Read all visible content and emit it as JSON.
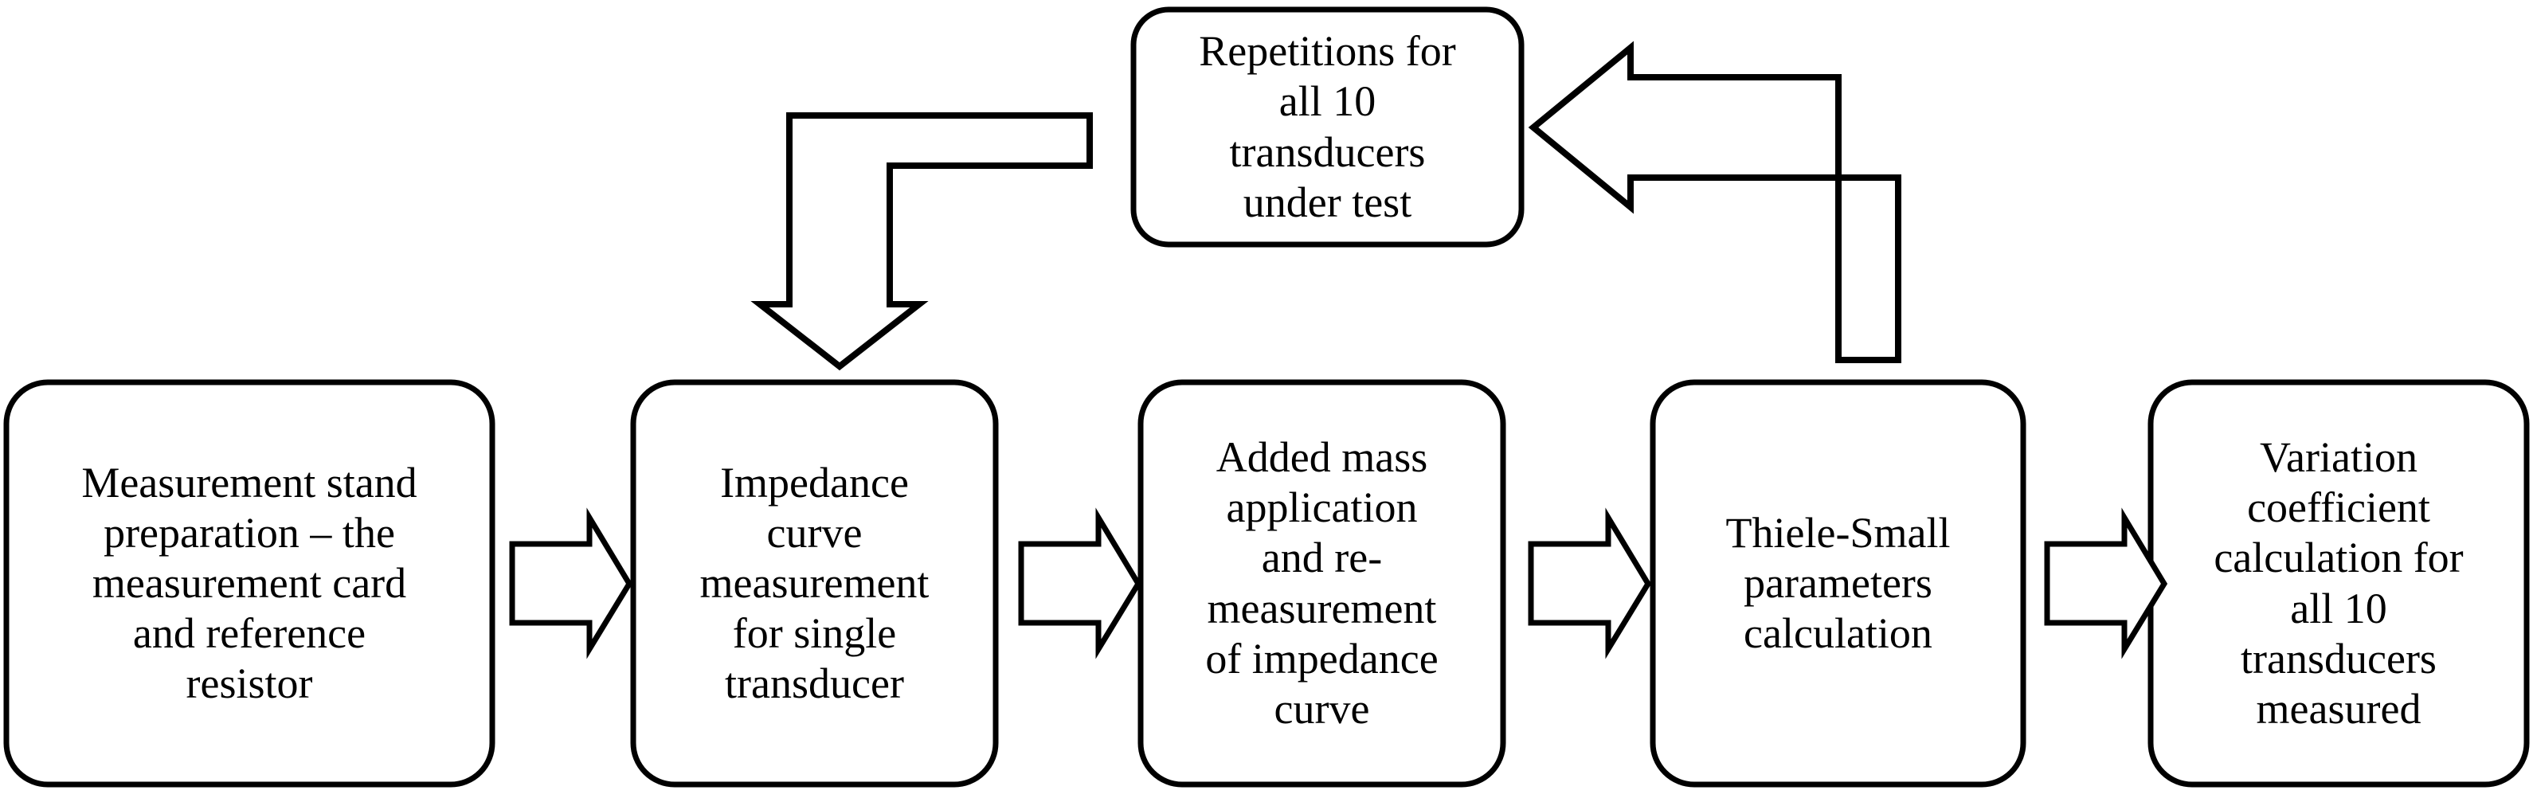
{
  "diagram": {
    "type": "flowchart",
    "orientation": "left-to-right with feedback loop",
    "background_color": "#ffffff",
    "line_color": "#000000",
    "text_color": "#000000",
    "title": "",
    "nodes": [
      {
        "id": "node-measurement-stand-preparation",
        "shape": "rounded-rectangle",
        "order": 1,
        "lines": [
          "Measurement stand",
          "preparation – the",
          "measurement card",
          "and reference",
          "resistor"
        ],
        "text": "Measurement stand preparation – the measurement card and reference resistor"
      },
      {
        "id": "node-impedance-curve-measurement",
        "shape": "rounded-rectangle",
        "order": 2,
        "lines": [
          "Impedance",
          "curve",
          "measurement",
          "for single",
          "transducer"
        ],
        "text": "Impedance curve measurement for single transducer"
      },
      {
        "id": "node-added-mass-application",
        "shape": "rounded-rectangle",
        "order": 3,
        "lines": [
          "Added mass",
          "application",
          "and re-",
          "measurement",
          "of impedance",
          "curve"
        ],
        "text": "Added mass application and re-measurement of impedance curve"
      },
      {
        "id": "node-thiele-small-parameters",
        "shape": "rounded-rectangle",
        "order": 4,
        "lines": [
          "Thiele-Small",
          "parameters",
          "calculation"
        ],
        "text": "Thiele-Small parameters calculation"
      },
      {
        "id": "node-variation-coefficient",
        "shape": "rounded-rectangle",
        "order": 5,
        "lines": [
          "Variation",
          "coefficient",
          "calculation for",
          "all 10",
          "transducers",
          "measured"
        ],
        "text": "Variation coefficient calculation for all 10 transducers measured"
      },
      {
        "id": "node-repetitions-all-transducers",
        "shape": "rounded-rectangle",
        "order": 6,
        "lines": [
          "Repetitions for",
          "all 10",
          "transducers",
          "under test"
        ],
        "text": "Repetitions for all 10 transducers under test"
      }
    ],
    "connectors": [
      {
        "id": "arrow-step1-to-step2",
        "kind": "block-arrow",
        "direction": "right",
        "from": "node-measurement-stand-preparation",
        "to": "node-impedance-curve-measurement"
      },
      {
        "id": "arrow-step2-to-step3",
        "kind": "block-arrow",
        "direction": "right",
        "from": "node-impedance-curve-measurement",
        "to": "node-added-mass-application"
      },
      {
        "id": "arrow-step3-to-step4",
        "kind": "block-arrow",
        "direction": "right",
        "from": "node-added-mass-application",
        "to": "node-thiele-small-parameters"
      },
      {
        "id": "arrow-step4-to-step5",
        "kind": "block-arrow",
        "direction": "right",
        "from": "node-thiele-small-parameters",
        "to": "node-variation-coefficient"
      },
      {
        "id": "arrow-loop-return-to-impedance",
        "kind": "elbow-block-arrow",
        "direction": "down",
        "from": "node-repetitions-all-transducers",
        "to": "node-impedance-curve-measurement"
      },
      {
        "id": "arrow-loop-into-repetitions",
        "kind": "elbow-block-arrow",
        "direction": "left",
        "from": "node-thiele-small-parameters",
        "to": "node-repetitions-all-transducers"
      }
    ]
  }
}
